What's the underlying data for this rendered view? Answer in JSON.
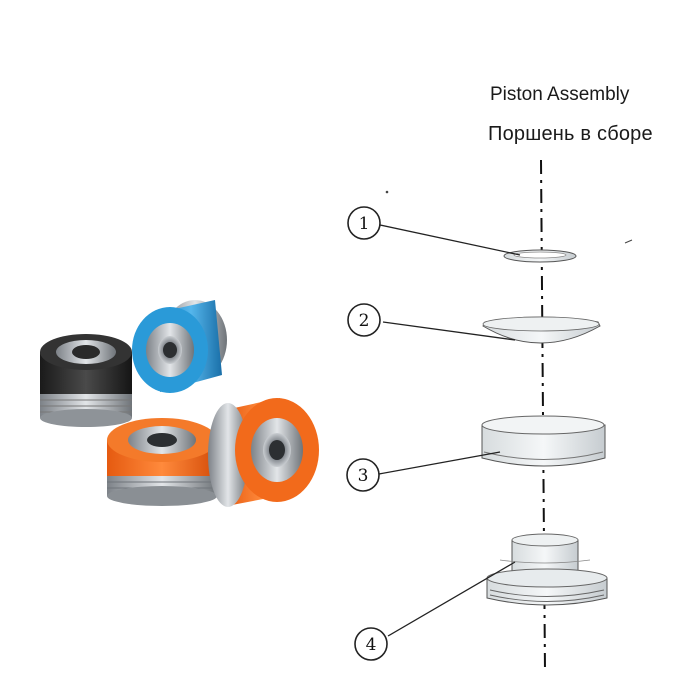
{
  "titles": {
    "english": "Piston Assembly",
    "russian": "Поршень в сборе"
  },
  "callouts": [
    {
      "number": "1"
    },
    {
      "number": "2"
    },
    {
      "number": "3"
    },
    {
      "number": "4"
    }
  ],
  "colors": {
    "black_piston": "#2b2b2b",
    "blue_piston": "#2a9ad8",
    "orange_piston": "#f26a1b",
    "metal": "#b9bec4",
    "line": "#222222"
  }
}
